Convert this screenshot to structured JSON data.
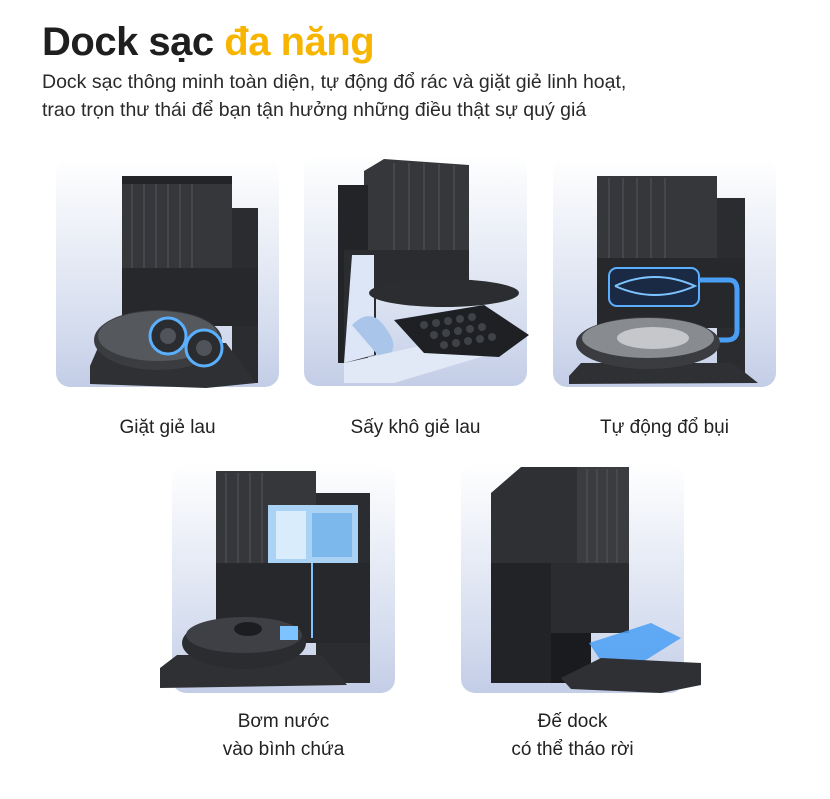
{
  "header": {
    "title_main": "Dock sạc ",
    "title_accent": "đa năng",
    "subtitle_line1": "Dock sạc thông minh toàn diện, tự động đổ rác và giặt giẻ linh hoạt,",
    "subtitle_line2": "trao trọn thư thái để bạn tận hưởng những điều thật sự quý giá"
  },
  "colors": {
    "accent": "#f7b500",
    "text": "#222222",
    "card_top": "#ffffff",
    "card_bottom": "#c3cde6",
    "dock": "#2b2d31",
    "highlight_blue": "#4a9ff5"
  },
  "features": [
    {
      "label": "Giặt giẻ lau",
      "image": "dock-mop-washing-image"
    },
    {
      "label": "Sấy khô giẻ lau",
      "image": "dock-mop-drying-image"
    },
    {
      "label": "Tự động đổ bụi",
      "image": "dock-auto-dust-empty-image"
    },
    {
      "label_line1": "Bơm nước",
      "label_line2": "vào bình chứa",
      "image": "dock-water-refill-image"
    },
    {
      "label_line1": "Đế dock",
      "label_line2": "có thể tháo rời",
      "image": "dock-detachable-base-image"
    }
  ]
}
